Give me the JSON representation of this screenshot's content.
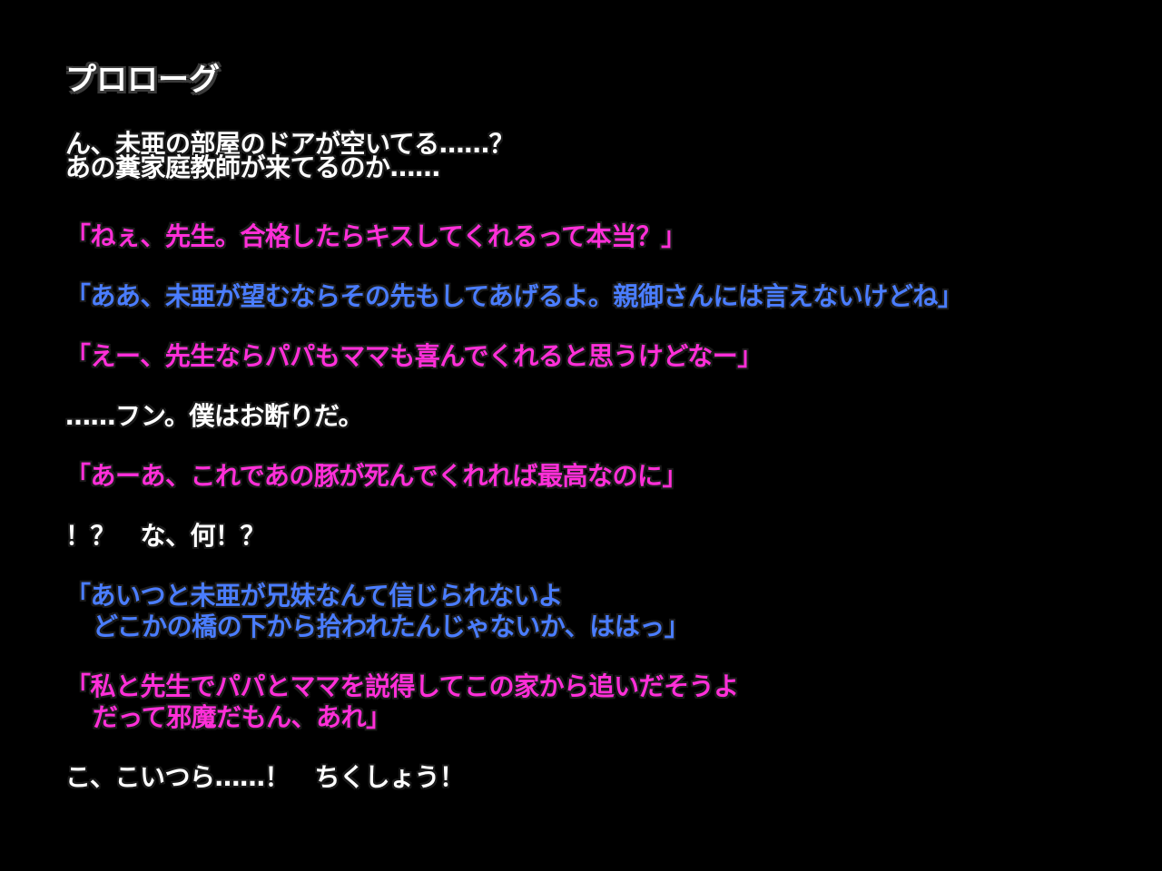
{
  "colors": {
    "background": "#000000",
    "narration": "#ffffff",
    "female_speaker": "#ff2fd8",
    "male_speaker": "#4a7dff"
  },
  "title": "プロローグ",
  "lines": [
    {
      "speaker": "narration",
      "color": "white",
      "text": [
        "ん、未亜の部屋のドアが空いてる……？",
        "あの糞家庭教師が来てるのか……"
      ]
    },
    {
      "speaker": "female",
      "color": "pink",
      "text": [
        "「ねぇ、先生。合格したらキスしてくれるって本当？」"
      ]
    },
    {
      "speaker": "male",
      "color": "blue",
      "text": [
        "「ああ、未亜が望むならその先もしてあげるよ。親御さんには言えないけどね」"
      ]
    },
    {
      "speaker": "female",
      "color": "pink",
      "text": [
        "「えー、先生ならパパもママも喜んでくれると思うけどなー」"
      ]
    },
    {
      "speaker": "narration",
      "color": "white",
      "text": [
        "……フン。僕はお断りだ。"
      ]
    },
    {
      "speaker": "female",
      "color": "pink",
      "text": [
        "「あーあ、これであの豚が死んでくれれば最高なのに」"
      ]
    },
    {
      "speaker": "narration",
      "color": "white",
      "text": [
        "！？　な、何！？"
      ]
    },
    {
      "speaker": "male",
      "color": "blue",
      "text": [
        "「あいつと未亜が兄妹なんて信じられないよ",
        "どこかの橋の下から拾われたんじゃないか、ははっ」"
      ]
    },
    {
      "speaker": "female",
      "color": "pink",
      "text": [
        "「私と先生でパパとママを説得してこの家から追いだそうよ",
        "だって邪魔だもん、あれ」"
      ]
    },
    {
      "speaker": "narration",
      "color": "white",
      "text": [
        "こ、こいつら……！　ちくしょう！"
      ]
    }
  ]
}
